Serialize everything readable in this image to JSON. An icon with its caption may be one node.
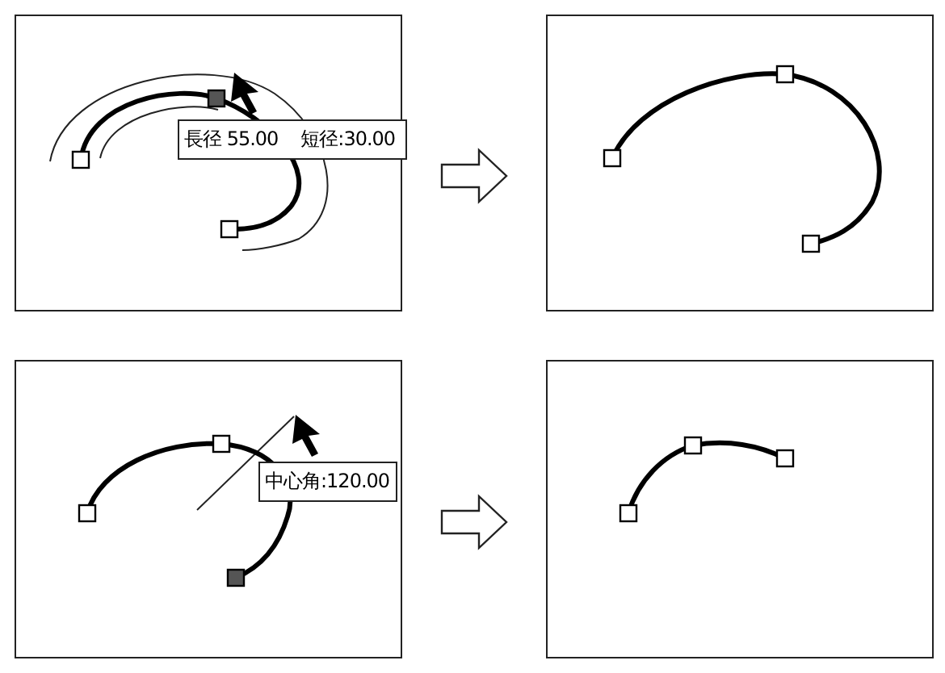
{
  "diagram": {
    "nodes": [
      {
        "text": [],
        "shape": "box"
      },
      {
        "text": [
          "長径 55.00",
          "短径:30.00"
        ],
        "in": 0
      },
      {
        "text": [],
        "shape": "box"
      },
      {
        "text": [],
        "shape": "box"
      },
      {
        "text": [
          "中心角:120.00"
        ],
        "in": 3
      },
      {
        "text": [],
        "shape": "box"
      }
    ],
    "edges": [
      {
        "from": 0,
        "to": 2,
        "arrow": "to"
      },
      {
        "from": 3,
        "to": 5,
        "arrow": "to"
      }
    ]
  }
}
